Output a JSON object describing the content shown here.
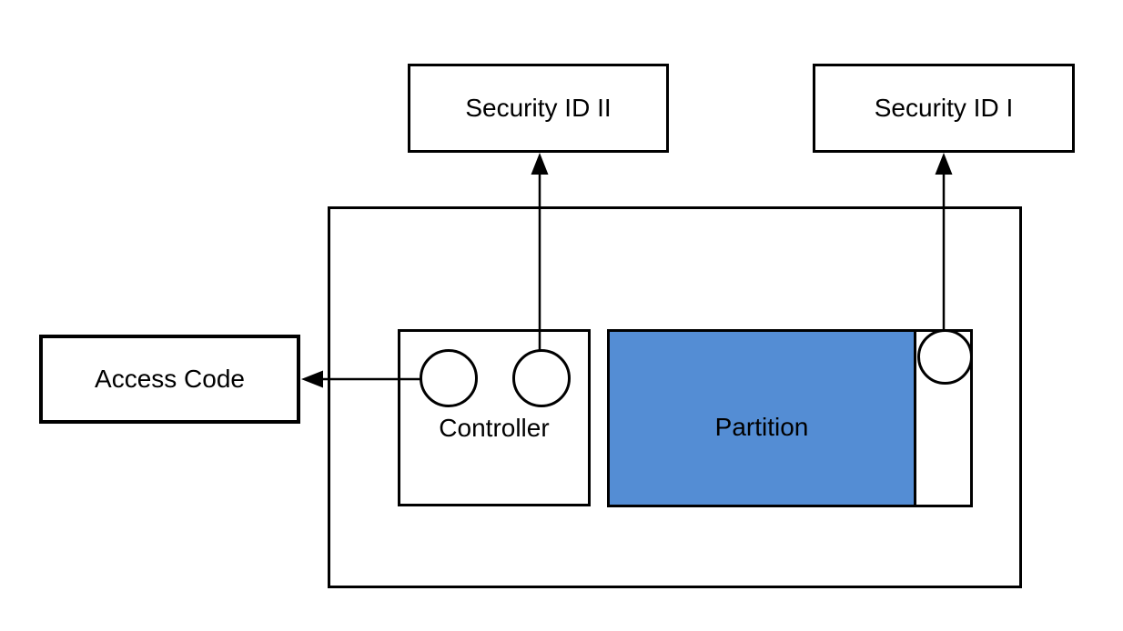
{
  "diagram": {
    "background_color": "#ffffff",
    "stroke_color": "#000000",
    "text_color": "#000000",
    "partition_fill_color": "#548DD4",
    "nodes": {
      "security_id_2": {
        "label": "Security ID II"
      },
      "security_id_1": {
        "label": "Security ID I"
      },
      "access_code": {
        "label": "Access Code"
      },
      "controller": {
        "label": "Controller"
      },
      "partition": {
        "label": "Partition"
      }
    },
    "connections": [
      {
        "from": "controller-right-port",
        "to": "security_id_2",
        "direction": "up"
      },
      {
        "from": "partition-port",
        "to": "security_id_1",
        "direction": "up"
      },
      {
        "from": "controller-left-port",
        "to": "access_code",
        "direction": "left"
      }
    ]
  }
}
